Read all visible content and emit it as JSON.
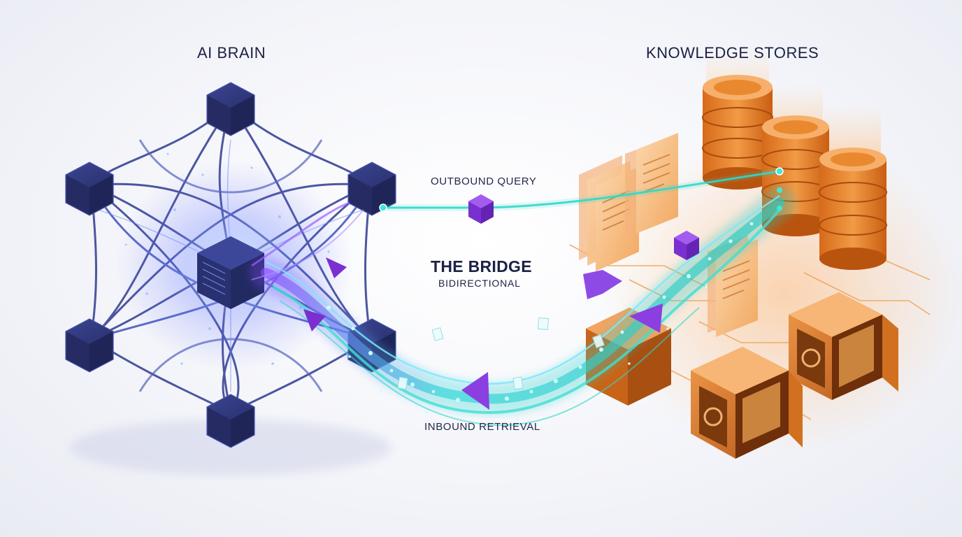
{
  "titles": {
    "brain": "AI BRAIN",
    "stores": "KNOWLEDGE STORES"
  },
  "bridge": {
    "title": "THE BRIDGE",
    "subtitle": "BIDIRECTIONAL",
    "outbound": "OUTBOUND QUERY",
    "inbound": "INBOUND RETRIEVAL"
  },
  "colors": {
    "brain_navy": "#2c3470",
    "brain_glow": "#4a7dff",
    "bridge_teal": "#2fd9c9",
    "packet_purple": "#8b3fe0",
    "store_orange": "#f08a2a",
    "text": "#1c2145"
  },
  "icons": [
    "neural-network-cube-icon",
    "database-cylinder-icon",
    "document-stack-icon",
    "vault-safe-icon",
    "packet-cube-icon",
    "arrow-triangle-icon"
  ]
}
